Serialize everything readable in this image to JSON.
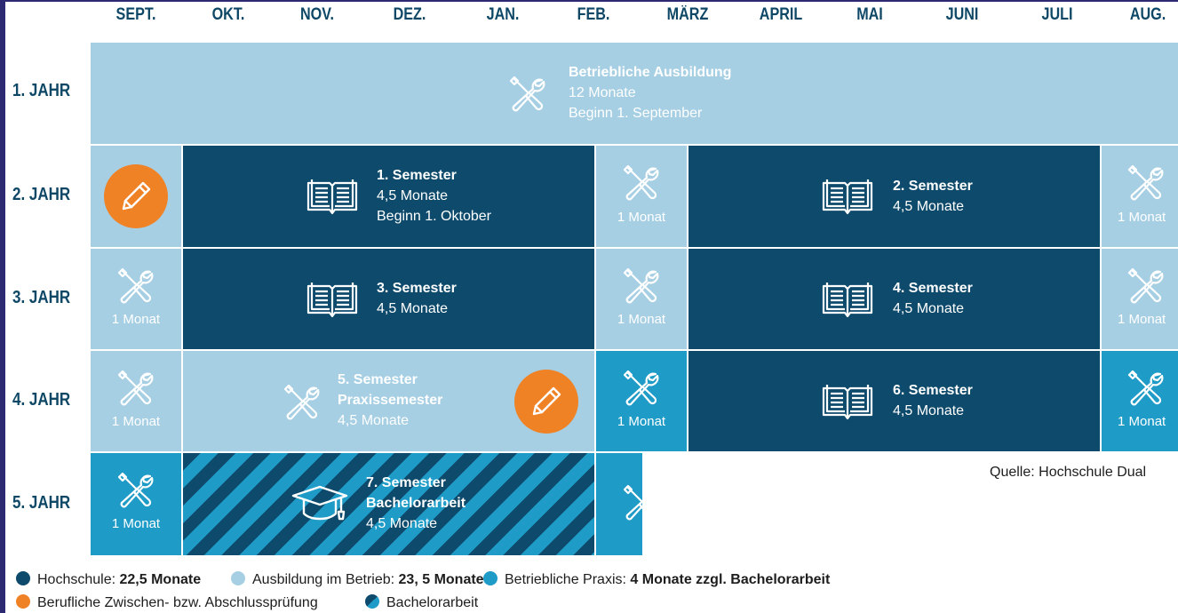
{
  "months": [
    "SEPT.",
    "OKT.",
    "NOV.",
    "DEZ.",
    "JAN.",
    "FEB.",
    "MÄRZ",
    "APRIL",
    "MAI",
    "JUNI",
    "JULI",
    "AUG."
  ],
  "years": [
    "1. JAHR",
    "2. JAHR",
    "3. JAHR",
    "4. JAHR",
    "5. JAHR"
  ],
  "blocks": {
    "ausbildung": {
      "title": "Betriebliche Ausbildung",
      "line1": "12 Monate",
      "line2": "Beginn 1. September"
    },
    "sem1": {
      "title": "1. Semester",
      "line1": "4,5 Monate",
      "line2": "Beginn 1. Oktober"
    },
    "sem2": {
      "title": "2. Semester",
      "line1": "4,5 Monate"
    },
    "sem3": {
      "title": "3. Semester",
      "line1": "4,5 Monate"
    },
    "sem4": {
      "title": "4. Semester",
      "line1": "4,5 Monate"
    },
    "sem5": {
      "title": "5. Semester",
      "line1": "Praxissemester",
      "line2": "4,5 Monate"
    },
    "sem6": {
      "title": "6. Semester",
      "line1": "4,5 Monate"
    },
    "sem7": {
      "title": "7. Semester",
      "line1": "Bachelorarbeit",
      "line2": "4,5 Monate"
    }
  },
  "one_month": "1 Monat",
  "source": "Quelle: Hochschule Dual",
  "legend": {
    "hochschule": {
      "label": "Hochschule: ",
      "value": "22,5 Monate",
      "color": "#0d4a6b"
    },
    "ausbildung": {
      "label": "Ausbildung im Betrieb: ",
      "value": "23, 5 Monate",
      "color": "#a6cfe4"
    },
    "praxis": {
      "label": "Betriebliche Praxis: ",
      "value": "4 Monate zzgl. Bachelorarbeit",
      "color": "#1e9bc6"
    },
    "pruefung": {
      "label": "Berufliche Zwischen- bzw. Abschlussprüfung",
      "color": "#f08226"
    },
    "bachelor": {
      "label": "Bachelorarbeit"
    }
  },
  "colors": {
    "light": "#a6cfe4",
    "dark": "#0d4a6b",
    "mid": "#1e9bc6",
    "orange": "#f08226",
    "text": "#0e4866"
  },
  "icons": [
    "tools-icon",
    "book-icon",
    "pencil-icon",
    "graduation-cap-icon"
  ]
}
